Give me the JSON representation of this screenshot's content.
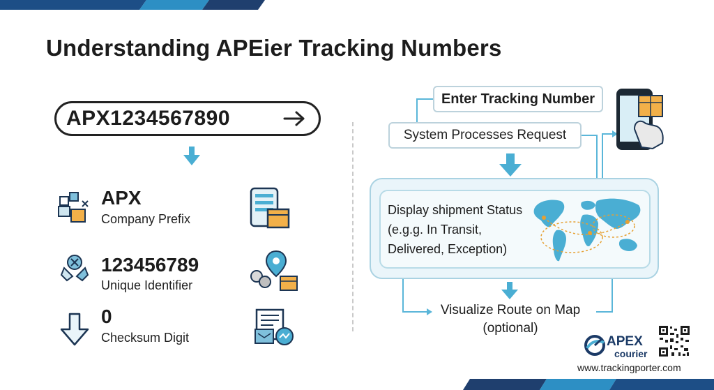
{
  "title": "Understanding APEier Tracking Numbers",
  "tracking_number": "APX1234567890",
  "segments": [
    {
      "value": "APX",
      "label": "Company Prefix"
    },
    {
      "value": "123456789",
      "label": "Unique Identifier"
    },
    {
      "value": "0",
      "label": "Checksum Digit"
    }
  ],
  "flow": {
    "enter": "Enter Tracking Number",
    "process": "System Processes Request",
    "display_lines": [
      "Display shipment Status",
      "(e.g.g. In Transit,",
      "Delivered, Exception)"
    ],
    "visualize_lines": [
      "Visualize Route on Map",
      "(optional)"
    ]
  },
  "brand": {
    "name": "APEX",
    "sub": "courier",
    "url": "www.trackingporter.com"
  },
  "colors": {
    "accent": "#4aaed3",
    "dark": "#1b3a66",
    "box_orange": "#f2b049"
  }
}
